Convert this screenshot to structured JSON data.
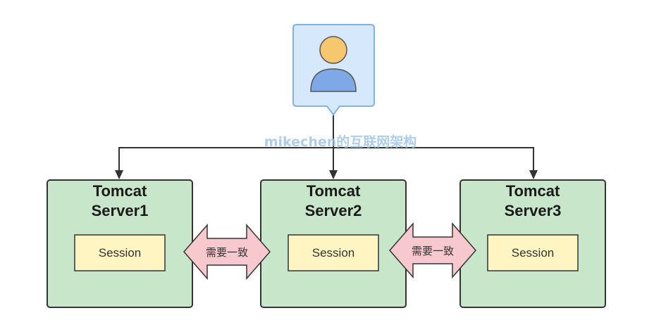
{
  "watermark": "mikechen的互联网架构",
  "user": {
    "icon": "user-avatar-icon"
  },
  "servers": [
    {
      "title_line1": "Tomcat",
      "title_line2": "Server1",
      "session_label": "Session"
    },
    {
      "title_line1": "Tomcat",
      "title_line2": "Server2",
      "session_label": "Session"
    },
    {
      "title_line1": "Tomcat",
      "title_line2": "Server3",
      "session_label": "Session"
    }
  ],
  "sync_arrows": [
    {
      "label": "需要一致"
    },
    {
      "label": "需要一致"
    }
  ],
  "colors": {
    "server_fill": "#c8e6c9",
    "server_stroke": "#333333",
    "session_fill": "#fff5c2",
    "user_box_fill": "#d6e8fb",
    "user_box_stroke": "#7fb3e6",
    "user_head": "#f7c770",
    "user_body": "#7fa8e6",
    "sync_arrow_fill": "#f8c8cf"
  }
}
